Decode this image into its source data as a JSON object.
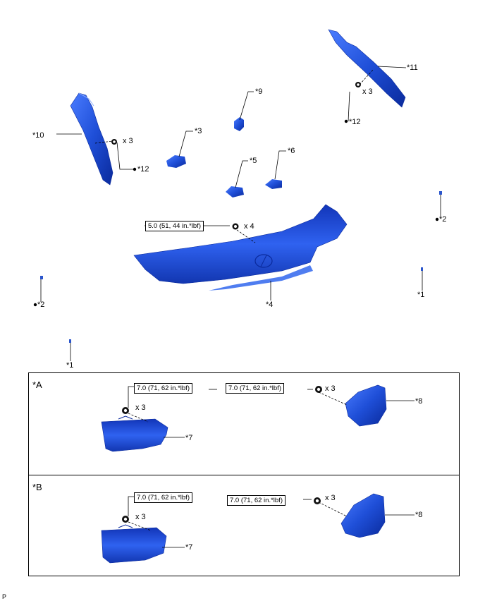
{
  "diagram": {
    "parts": {
      "p1_right": "*1",
      "p1_left": "*1",
      "p2_right": "*2",
      "p2_left": "*2",
      "p3": "*3",
      "p4": "*4",
      "p5": "*5",
      "p6": "*6",
      "p7_a": "*7",
      "p7_b": "*7",
      "p8_a": "*8",
      "p8_b": "*8",
      "p9": "*9",
      "p10": "*10",
      "p11": "*11",
      "p12_left": "*12",
      "p12_right": "*12"
    },
    "quantities": {
      "q10": "x 3",
      "q11": "x 3",
      "q4": "x 4",
      "qa7": "x 3",
      "qa8": "x 3",
      "qb7": "x 3",
      "qb8": "x 3"
    },
    "torques": {
      "main": "5.0 (51, 44 in.*lbf)",
      "a7": "7.0 (71, 62 in.*lbf)",
      "a8": "7.0 (71, 62 in.*lbf)",
      "b7": "7.0 (71, 62 in.*lbf)",
      "b8": "7.0 (71, 62 in.*lbf)"
    },
    "sections": {
      "a": "*A",
      "b": "*B"
    },
    "footer": "P",
    "part_color": "#1f4fd8"
  }
}
